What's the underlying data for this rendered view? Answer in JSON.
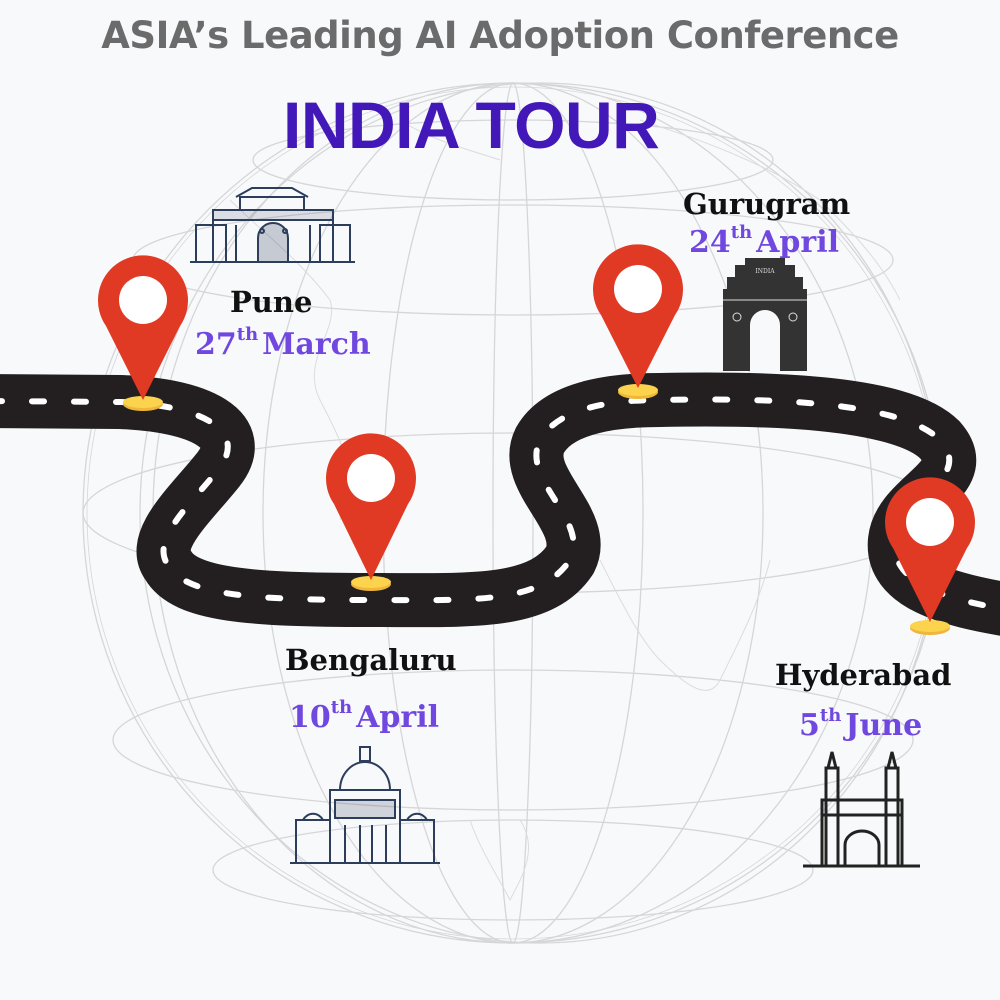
{
  "header": {
    "headline": "ASIA’s Leading AI Adoption Conference",
    "title": "INDIA TOUR"
  },
  "colors": {
    "background": "#f8f9fb",
    "headline": "#6b6b6b",
    "title": "#4318b8",
    "date": "#7048e0",
    "city": "#111111",
    "pin": "#e03a24",
    "pin_base": "#fcd34d",
    "road": "#231f20",
    "globe_lines": "#d6d6d8",
    "monument_navy": "#2c3e5c",
    "monument_gray": "#333333"
  },
  "stops": [
    {
      "city": "Pune",
      "day": "27",
      "suffix": "th",
      "month": "March",
      "monument_icon": "shaniwar-wada-icon"
    },
    {
      "city": "Bengaluru",
      "day": "10",
      "suffix": "th",
      "month": "April",
      "monument_icon": "vidhana-soudha-icon"
    },
    {
      "city": "Gurugram",
      "day": "24",
      "suffix": "th",
      "month": "April",
      "monument_icon": "india-gate-icon"
    },
    {
      "city": "Hyderabad",
      "day": "5",
      "suffix": "th",
      "month": "June",
      "monument_icon": "charminar-icon"
    }
  ],
  "icons": {
    "pin": "map-pin-icon",
    "road": "winding-road",
    "globe": "globe-wireframe"
  },
  "india_gate_inscription": "INDIA"
}
